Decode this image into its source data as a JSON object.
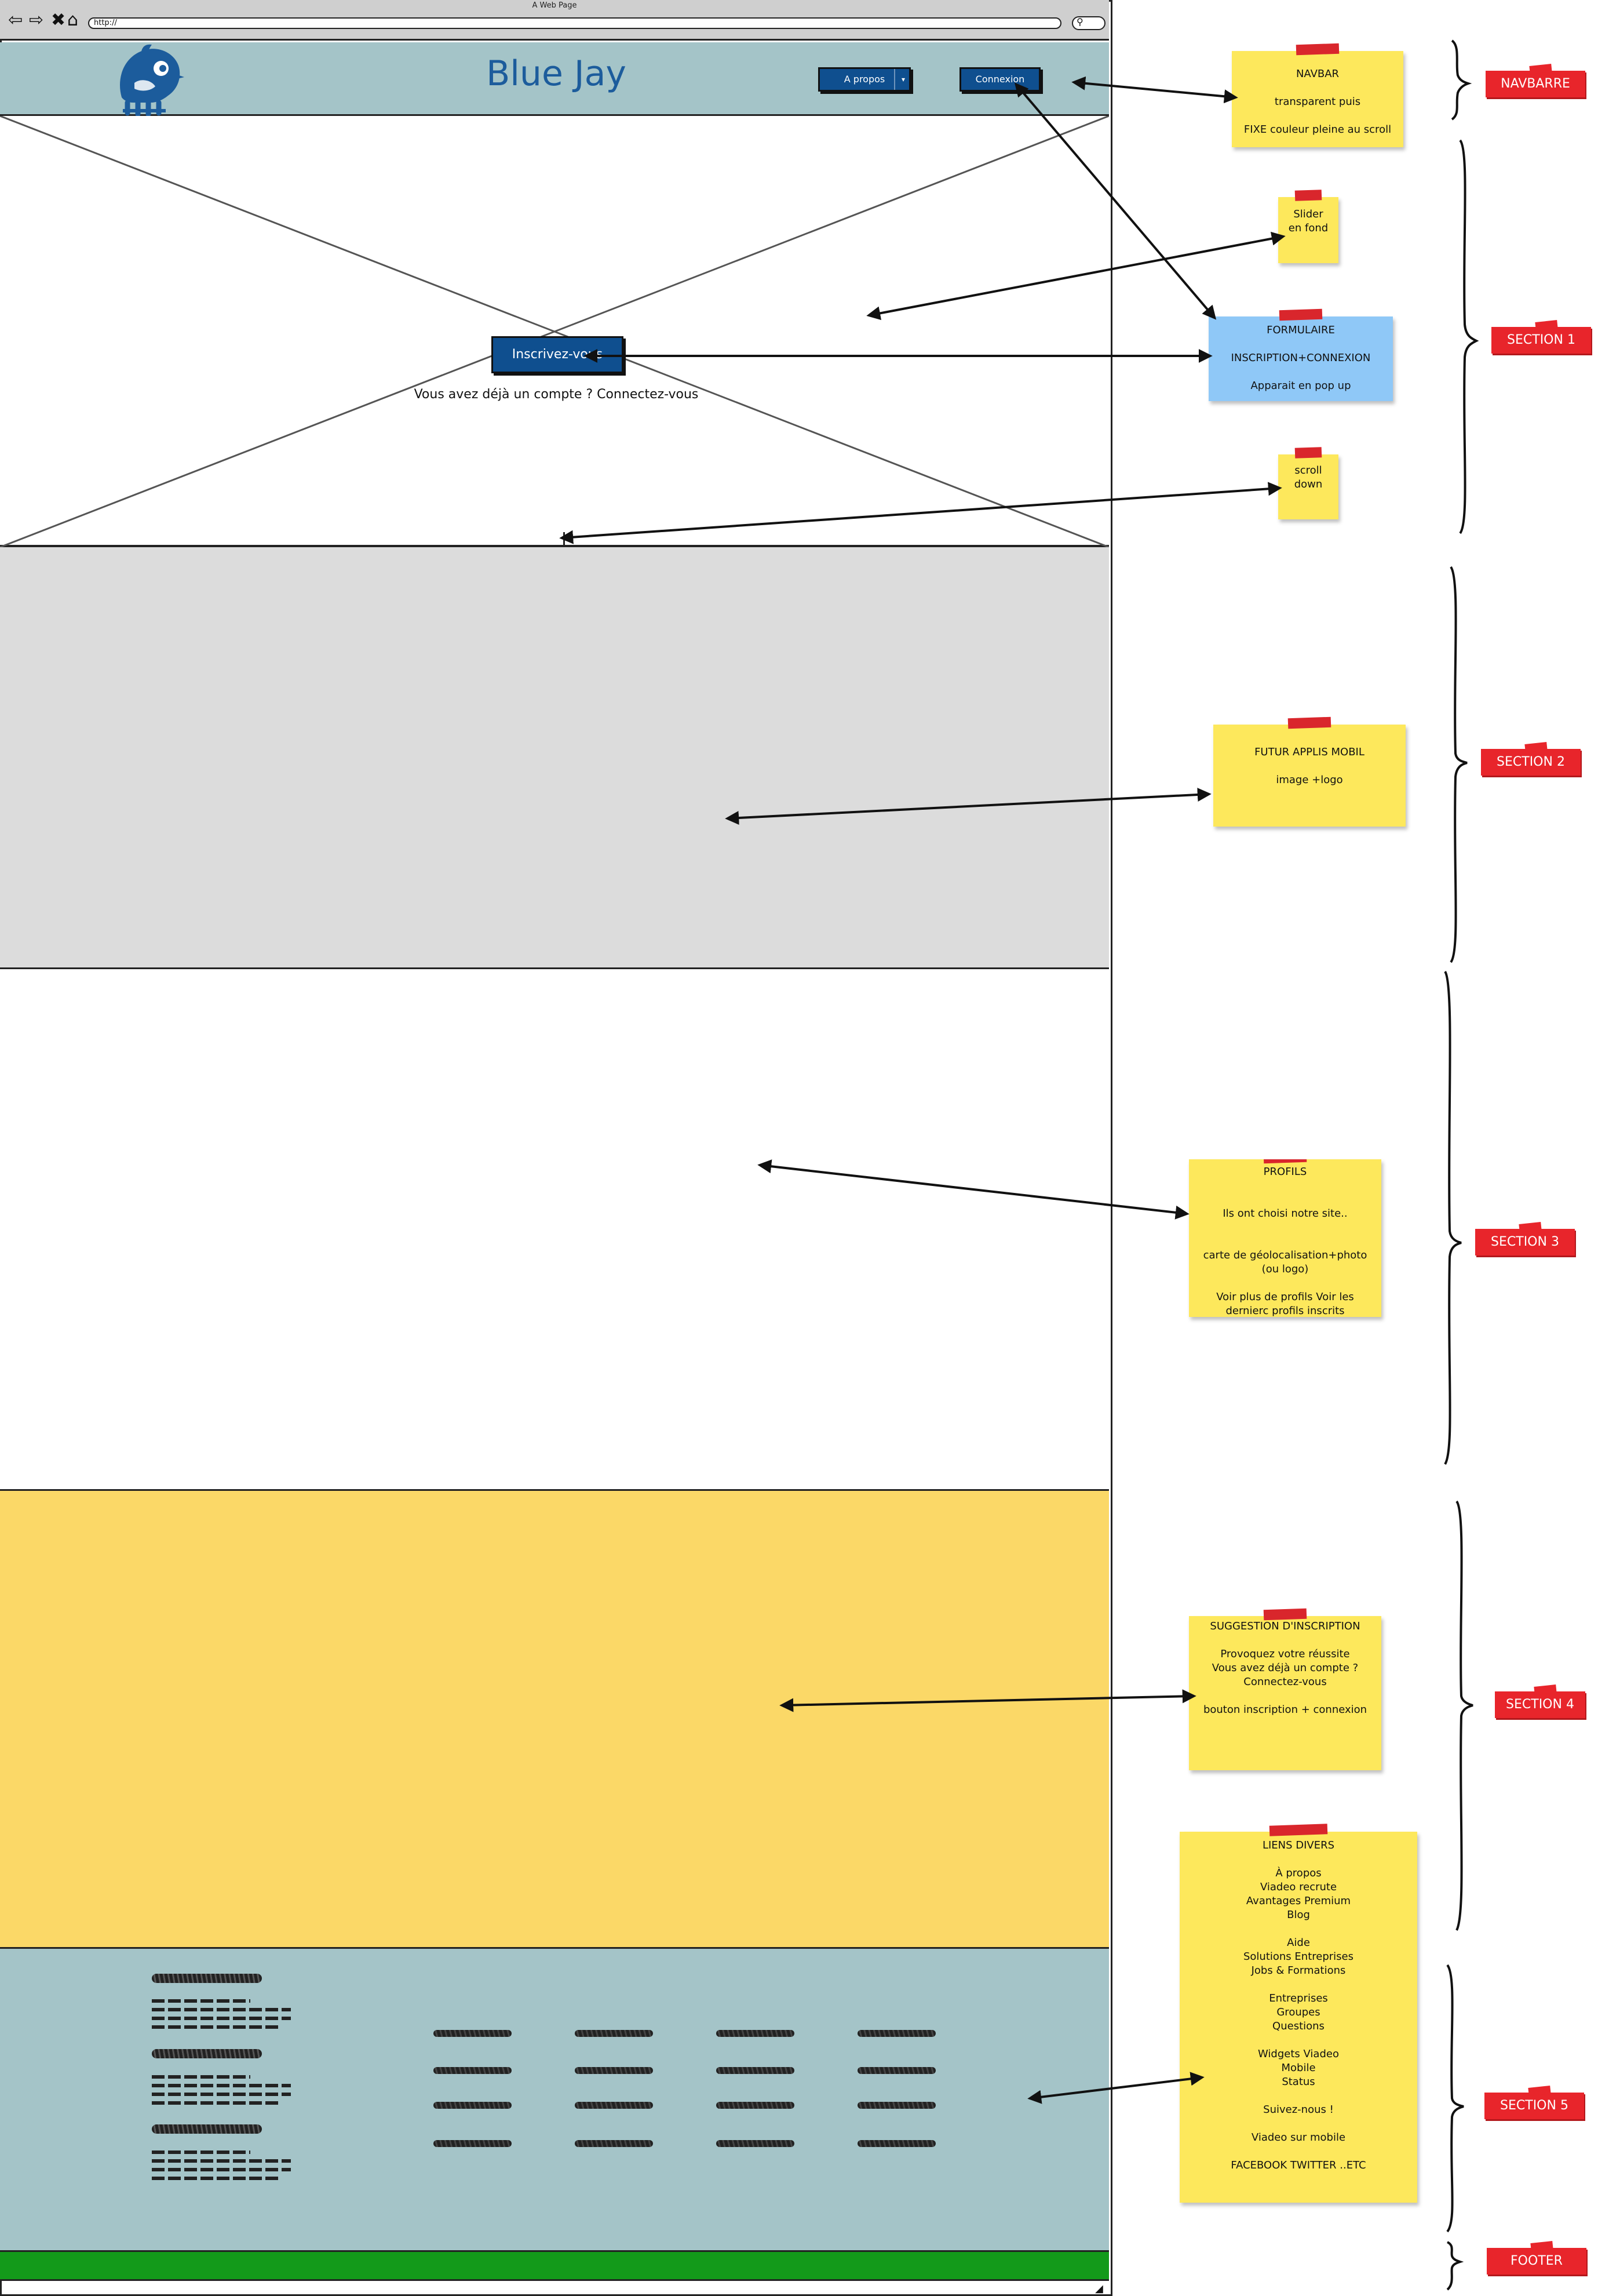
{
  "window": {
    "title": "A Web Page",
    "url": "http://"
  },
  "navbar": {
    "brand": "Blue Jay",
    "about_button": "A propos",
    "about_caret": "▾",
    "login_button": "Connexion"
  },
  "hero": {
    "cta_button": "Inscrivez-vous",
    "login_prompt": "Vous avez déjà un compte ? Connectez-vous"
  },
  "notes": {
    "navbar": {
      "lines": "NAVBAR\n\ntransparent puis\n\nFIXE couleur pleine au scroll"
    },
    "slider": {
      "lines": "Slider\nen fond"
    },
    "form": {
      "lines": "FORMULAIRE\n\nINSCRIPTION+CONNEXION\n\nApparait en pop up"
    },
    "scroll": {
      "lines": "scroll\ndown"
    },
    "apps": {
      "lines": "FUTUR APPLIS MOBIL\n\nimage +logo"
    },
    "profiles": {
      "lines": "PROFILS\n\n\nIls ont choisi notre site..\n\n\ncarte de géolocalisation+photo\n(ou logo)\n\nVoir plus de profils Voir les\ndernierc profils inscrits"
    },
    "suggestion": {
      "lines": "SUGGESTION D'INSCRIPTION\n\nProvoquez votre réussite\nVous avez déjà un compte ?\nConnectez-vous\n\nbouton inscription + connexion"
    },
    "links": {
      "lines": "LIENS DIVERS\n\nÀ propos\nViadeo recrute\nAvantages Premium\nBlog\n\nAide\nSolutions Entreprises\nJobs & Formations\n\nEntreprises\nGroupes\nQuestions\n\nWidgets Viadeo\nMobile\nStatus\n\nSuivez-nous !\n\nViadeo sur mobile\n\nFACEBOOK TWITTER ..ETC"
    }
  },
  "labels": {
    "navbar": "NAVBARRE",
    "section1": "SECTION 1",
    "section2": "SECTION 2",
    "section3": "SECTION 3",
    "section4": "SECTION 4",
    "section5": "SECTION 5",
    "footer": "FOOTER"
  },
  "icons": [
    "back-arrow-icon",
    "forward-arrow-icon",
    "close-icon",
    "home-icon",
    "search-icon",
    "blue-jay-logo",
    "resize-grip-icon"
  ],
  "colors": {
    "navbar_bg": "#a4c4c8",
    "button_blue": "#0f4f8f",
    "brand_text": "#1c5c9c",
    "section2_bg": "#dcdcdc",
    "section4_bg": "#fbd867",
    "footer_bg": "#139a1a",
    "sticky_yellow": "#fde85c",
    "sticky_blue": "#8fc8f7",
    "label_red": "#e8252b"
  }
}
